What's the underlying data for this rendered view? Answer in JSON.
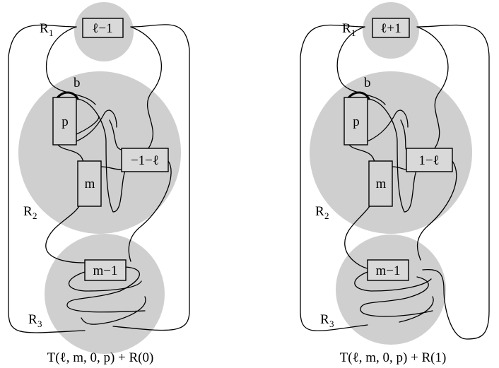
{
  "left": {
    "r1_label": "R",
    "r1_sub": "1",
    "r2_label": "R",
    "r2_sub": "2",
    "r3_label": "R",
    "r3_sub": "3",
    "top_box": "ℓ−1",
    "p_box": "p",
    "m_box": "m",
    "right_box": "−1−ℓ",
    "bottom_box": "m−1",
    "b_label": "b",
    "caption": "T(ℓ, m, 0, p) + R(0)"
  },
  "right": {
    "r1_label": "R",
    "r1_sub": "1",
    "r2_label": "R",
    "r2_sub": "2",
    "r3_label": "R",
    "r3_sub": "3",
    "top_box": "ℓ+1",
    "p_box": "p",
    "m_box": "m",
    "right_box": "1−ℓ",
    "bottom_box": "m−1",
    "b_label": "b",
    "caption": "T(ℓ, m, 0, p) + R(1)"
  }
}
